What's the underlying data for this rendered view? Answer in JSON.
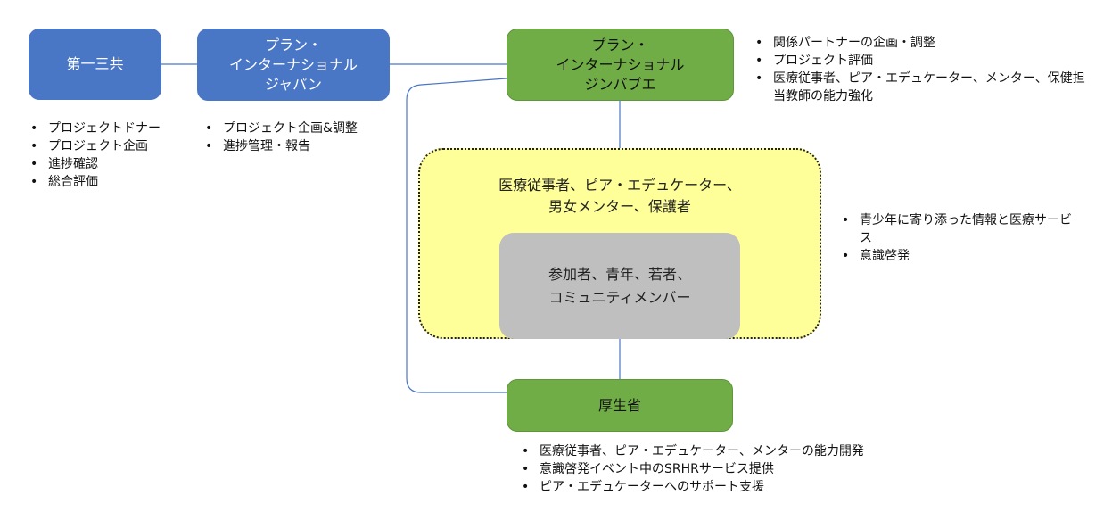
{
  "nodes": {
    "daiichi": "第一三共",
    "plan_japan": "プラン・\nインターナショナル\nジャパン",
    "plan_zimbabwe": "プラン・\nインターナショナル\nジンバブエ",
    "ministry": "厚生省",
    "providers": "医療従事者、ピア・エデュケーター、\n男女メンター、保護者",
    "participants": "参加者、青年、若者、\nコミュニティメンバー"
  },
  "bullets": {
    "daiichi": [
      "プロジェクトドナー",
      "プロジェクト企画",
      "進捗確認",
      "総合評価"
    ],
    "plan_japan": [
      "プロジェクト企画&調整",
      "進捗管理・報告"
    ],
    "plan_zimbabwe": [
      "関係パートナーの企画・調整",
      "プロジェクト評価",
      "医療従事者、ピア・エデュケーター、メンター、保健担当教師の能力強化"
    ],
    "providers": [
      "青少年に寄り添った情報と医療サービス",
      "意識啓発"
    ],
    "ministry": [
      "医療従事者、ピア・エデュケーター、メンターの能力開発",
      "意識啓発イベント中のSRHRサービス提供",
      "ピア・エデュケーターへのサポート支援"
    ]
  },
  "colors": {
    "blue": "#4a76c6",
    "green": "#70ad47",
    "yellow": "#ffff99",
    "gray": "#bfbfbf",
    "line": "#4a76c6"
  }
}
